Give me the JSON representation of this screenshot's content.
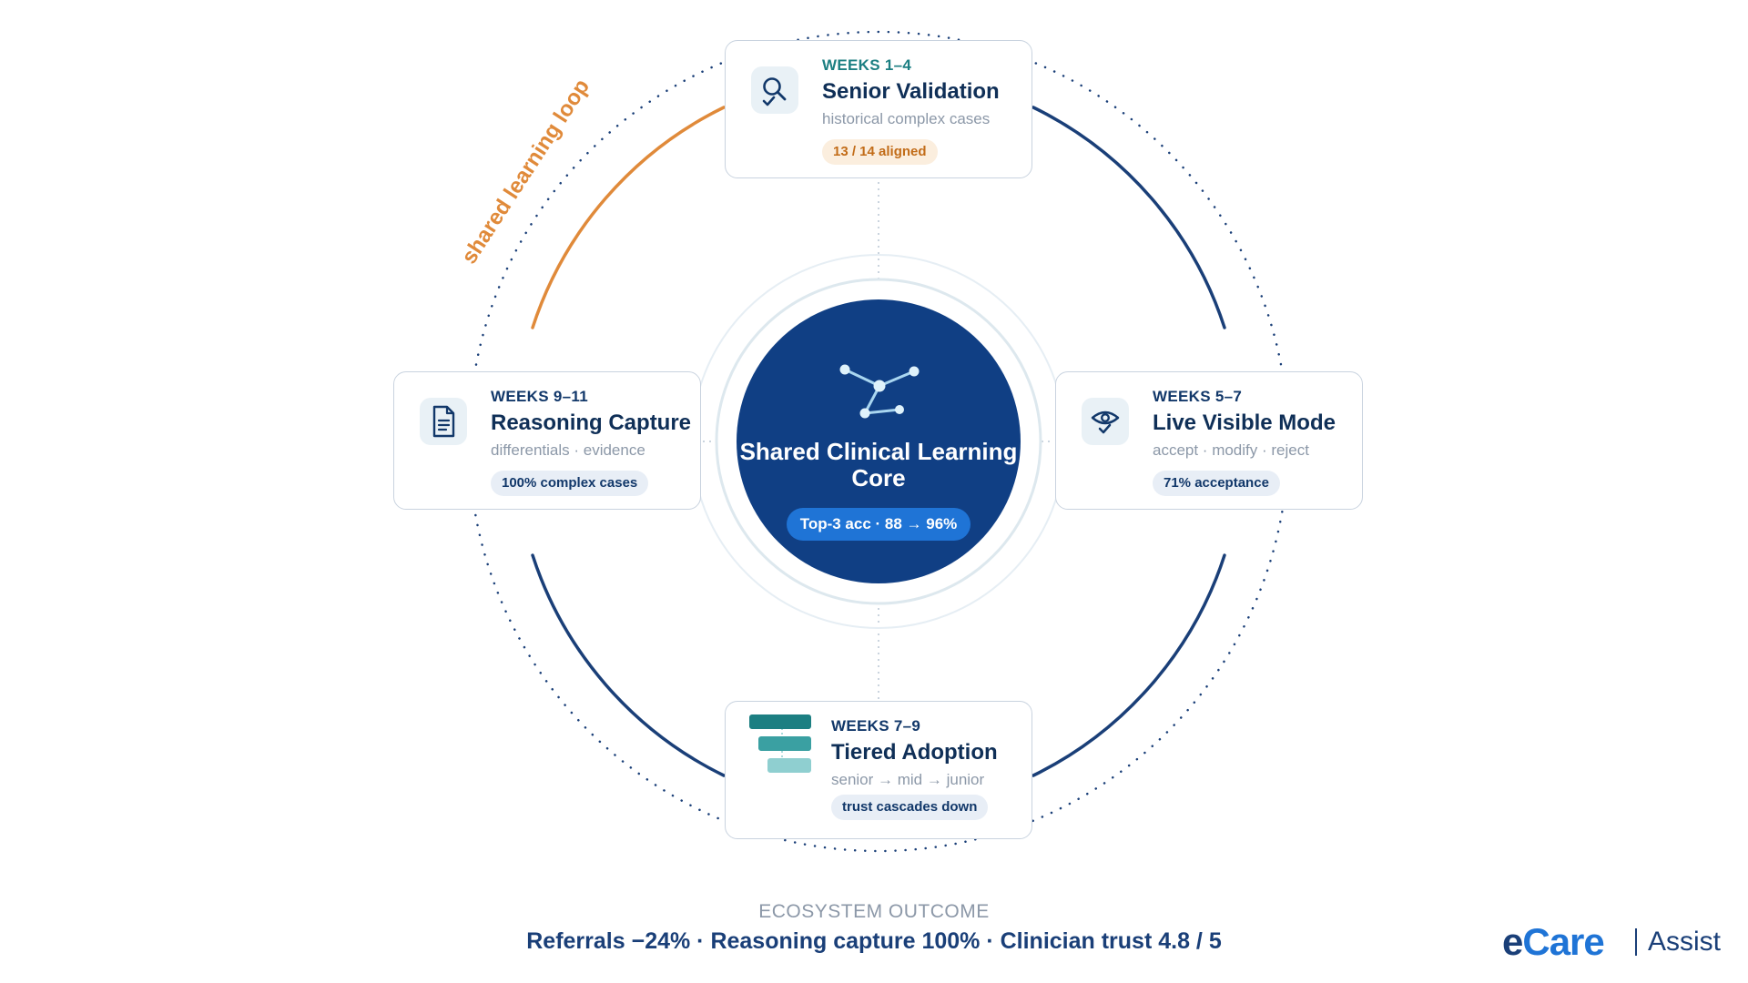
{
  "colors": {
    "navy": "#0f2f57",
    "core_blue": "#103f84",
    "badge_blue": "#1f74d6",
    "teal": "#1c7f82",
    "orange": "#e08a3a",
    "muted": "#8c98a8"
  },
  "loop_label": "shared learning loop",
  "core": {
    "title": "Shared Clinical Learning Core",
    "badge": "Top-3 acc · 88 → 96%"
  },
  "cards": {
    "top": {
      "weeks": "WEEKS 1–4",
      "title": "Senior Validation",
      "subtitle": "historical complex cases",
      "badge": "13 / 14 aligned",
      "icon": "search-check-icon"
    },
    "right": {
      "weeks": "WEEKS 5–7",
      "title": "Live Visible Mode",
      "subtitle": "accept · modify · reject",
      "badge": "71% acceptance",
      "icon": "eye-check-icon"
    },
    "bottom": {
      "weeks": "WEEKS 7–9",
      "title": "Tiered Adoption",
      "subtitle": "senior → mid → junior",
      "badge": "trust cascades down",
      "icon": "tiers-icon"
    },
    "left": {
      "weeks": "WEEKS 9–11",
      "title": "Reasoning Capture",
      "subtitle": "differentials · evidence",
      "badge": "100% complex cases",
      "icon": "document-icon"
    }
  },
  "outcome": {
    "label": "ECOSYSTEM OUTCOME",
    "value": "Referrals −24% · Reasoning capture 100% · Clinician trust 4.8 / 5"
  },
  "logo": {
    "brand_prefix": "e",
    "brand_rest": "Care",
    "product": "Assist"
  }
}
